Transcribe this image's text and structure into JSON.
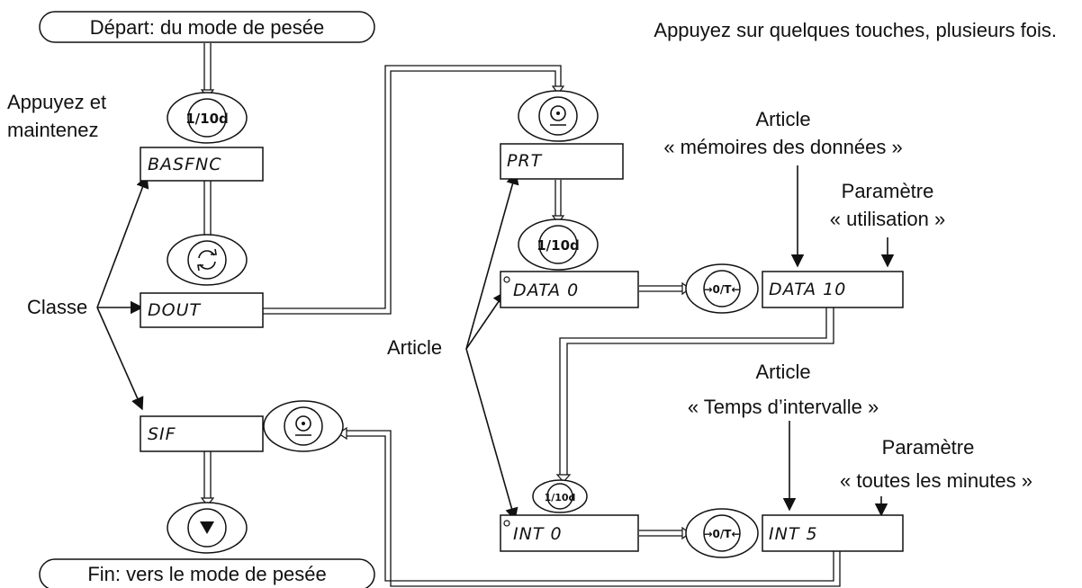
{
  "start_label": "Départ: du mode de pesée",
  "end_label": "Fin: vers le mode de pesée",
  "instruction": "Appuyez sur quelques touches, plusieurs fois.",
  "hold_label": [
    "Appuyez et",
    "maintenez"
  ],
  "class_label": "Classe",
  "item_label": "Article",
  "item_memory": [
    "Article",
    "« mémoires des données »"
  ],
  "param_use": [
    "Paramètre",
    "« utilisation »"
  ],
  "item_interval": [
    "Article",
    "« Temps d’intervalle »"
  ],
  "param_minutes": [
    "Paramètre",
    "« toutes les minutes »"
  ],
  "displays": {
    "basfnc": "BASFNC",
    "dout": "DOUT",
    "sif": "SIF",
    "prt": "PRT",
    "data0": "DATA 0",
    "data10": "DATA 10",
    "int0": "INT 0",
    "int5": "INT 5"
  },
  "keys": {
    "tenth": "1/10d",
    "tenth_small": "1/10d",
    "zero_tare": "→0/T←",
    "print_icon": "print-icon",
    "cycle_icon": "cycle-icon",
    "down_icon": "down-triangle-icon"
  }
}
